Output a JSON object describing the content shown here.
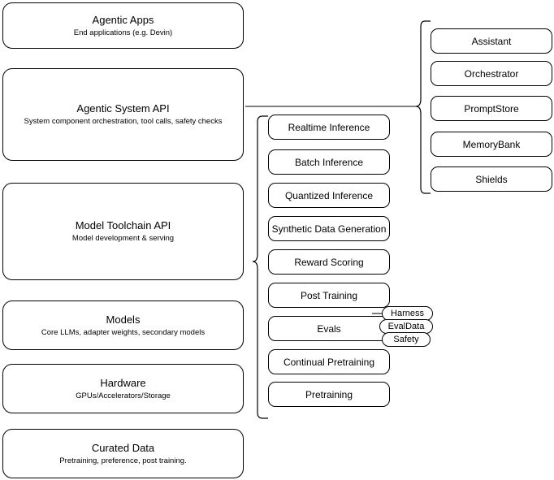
{
  "diagram": {
    "type": "layered-architecture-stack",
    "layers": [
      {
        "id": "agentic-apps",
        "title": "Agentic Apps",
        "subtitle": "End applications (e.g. Devin)"
      },
      {
        "id": "agentic-system-api",
        "title": "Agentic System API",
        "subtitle": "System component orchestration, tool calls, safety checks"
      },
      {
        "id": "model-toolchain-api",
        "title": "Model Toolchain API",
        "subtitle": "Model development & serving"
      },
      {
        "id": "models",
        "title": "Models",
        "subtitle": "Core LLMs, adapter weights, secondary models"
      },
      {
        "id": "hardware",
        "title": "Hardware",
        "subtitle": "GPUs/Accelerators/Storage"
      },
      {
        "id": "curated-data",
        "title": "Curated Data",
        "subtitle": "Pretraining, preference, post training."
      }
    ],
    "toolchain_components": [
      {
        "id": "realtime-inference",
        "label": "Realtime Inference"
      },
      {
        "id": "batch-inference",
        "label": "Batch Inference"
      },
      {
        "id": "quantized-inference",
        "label": "Quantized Inference"
      },
      {
        "id": "synthetic-data-generation",
        "label": "Synthetic Data Generation"
      },
      {
        "id": "reward-scoring",
        "label": "Reward Scoring"
      },
      {
        "id": "post-training",
        "label": "Post Training"
      },
      {
        "id": "evals",
        "label": "Evals"
      },
      {
        "id": "continual-pretraining",
        "label": "Continual Pretraining"
      },
      {
        "id": "pretraining",
        "label": "Pretraining"
      }
    ],
    "evals_subcomponents": [
      {
        "id": "harness",
        "label": "Harness"
      },
      {
        "id": "evaldata",
        "label": "EvalData"
      },
      {
        "id": "safety",
        "label": "Safety"
      }
    ],
    "system_components": [
      {
        "id": "assistant",
        "label": "Assistant"
      },
      {
        "id": "orchestrator",
        "label": "Orchestrator"
      },
      {
        "id": "promptstore",
        "label": "PromptStore"
      },
      {
        "id": "memorybank",
        "label": "MemoryBank"
      },
      {
        "id": "shields",
        "label": "Shields"
      }
    ],
    "colors": {
      "stroke": "#000000",
      "fill": "#ffffff",
      "text": "#000000"
    }
  }
}
